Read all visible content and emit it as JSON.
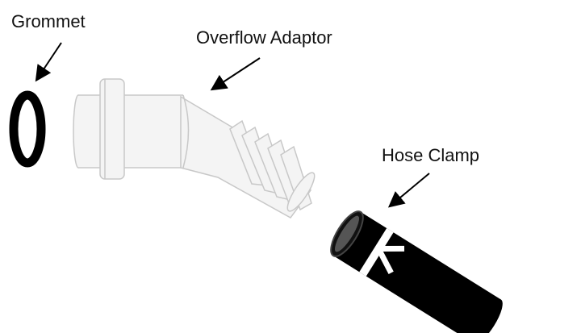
{
  "labels": {
    "grommet": "Grommet",
    "overflow_adaptor": "Overflow Adaptor",
    "hose_clamp": "Hose Clamp"
  },
  "colors": {
    "ink": "#000000",
    "adaptor_fill": "#f4f4f4",
    "adaptor_stroke": "#c8c8c8",
    "clamp_band": "#ffffff"
  }
}
